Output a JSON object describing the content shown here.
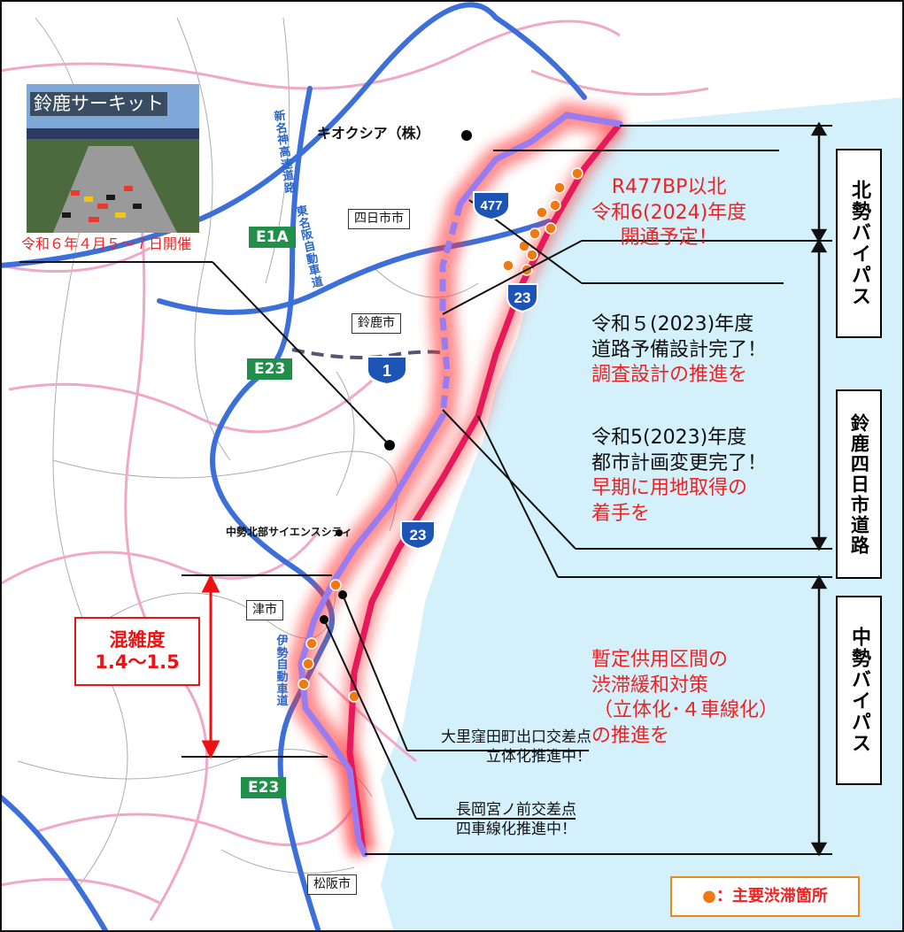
{
  "colors": {
    "sea": "#d4f0fa",
    "land": "#ffffff",
    "pref_road": "#f0a7c8",
    "expressway": "#3d6fd8",
    "bypass_purple": "#9b7cf0",
    "route23_pink": "#e8195a",
    "glow_red": "#ff3333",
    "congestion_dot": "#f07a12",
    "badge_green": "#1f8f4a",
    "text_red": "#ee2222"
  },
  "photo": {
    "caption": "鈴鹿サーキット",
    "event_note": "令和６年４月５～７日開催"
  },
  "places": {
    "kioxia": "キオクシア（株）",
    "yokkaichi": "四日市市",
    "suzuka": "鈴鹿市",
    "chusei_science": "中勢北部サイエンスシティ",
    "tsu": "津市",
    "matsusaka": "松阪市"
  },
  "expressways": {
    "shinmeishin": "新名神高速道路",
    "higashimeihan": "東名阪自動車道",
    "ise": "伊勢自動車道",
    "e1a": "E1A",
    "e23_upper": "E23",
    "e23_lower": "E23"
  },
  "route_shields": {
    "r477": "477",
    "r23_upper": "23",
    "r1": "1",
    "r23_lower": "23"
  },
  "sections": {
    "hokusei": "北勢バイパス",
    "suzuka_yokkaichi": "鈴鹿四日市道路",
    "chusei": "中勢バイパス"
  },
  "notes": {
    "hokusei_open": [
      "R477BP以北",
      "令和6(2024)年度",
      "開通予定！"
    ],
    "design": {
      "black": [
        "令和５(2023)年度",
        "道路予備設計完了！"
      ],
      "red": [
        "調査設計の推進を"
      ]
    },
    "plan": {
      "black": [
        "令和5(2023)年度",
        "都市計画変更完了！"
      ],
      "red": [
        "早期に用地取得の",
        "着手を"
      ]
    },
    "chusei": [
      "暫定供用区間の",
      "渋滞緩和対策",
      "（立体化･４車線化）",
      "の推進を"
    ],
    "osato": [
      "大里窪田町出口交差点",
      "立体化推進中！"
    ],
    "nagaoka": [
      "長岡宮ノ前交差点",
      "四車線化推進中！"
    ]
  },
  "congestion_degree": {
    "label": "混雑度",
    "value": "1.4～1.5"
  },
  "legend": {
    "symbol": "●",
    "text": "：主要渋滞箇所"
  }
}
